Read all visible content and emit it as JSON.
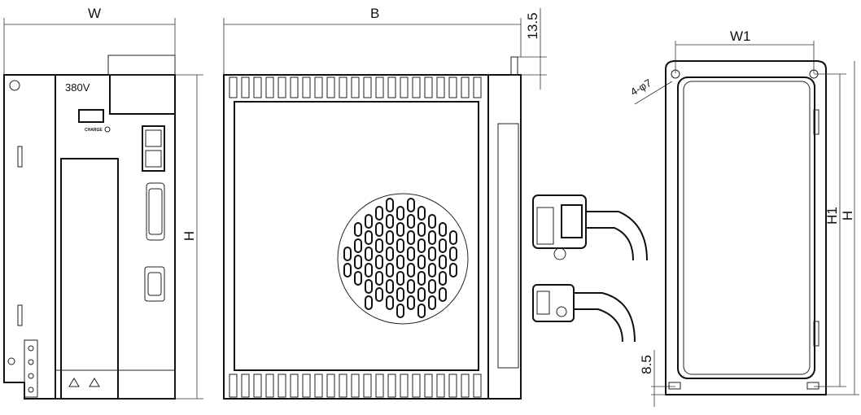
{
  "front_view": {
    "voltage_label": "380V",
    "charge_label": "CHARGE",
    "width_dim": "W",
    "height_dim": "H"
  },
  "side_view": {
    "depth_dim": "B",
    "offset_dim": "13.5"
  },
  "mount_view": {
    "hole_width_dim": "W1",
    "hole_spec": "4-φ7",
    "hole_height_dim": "H1",
    "height_dim": "H",
    "bottom_offset_dim": "8.5"
  },
  "colors": {
    "line": "#111111",
    "background": "#ffffff"
  }
}
